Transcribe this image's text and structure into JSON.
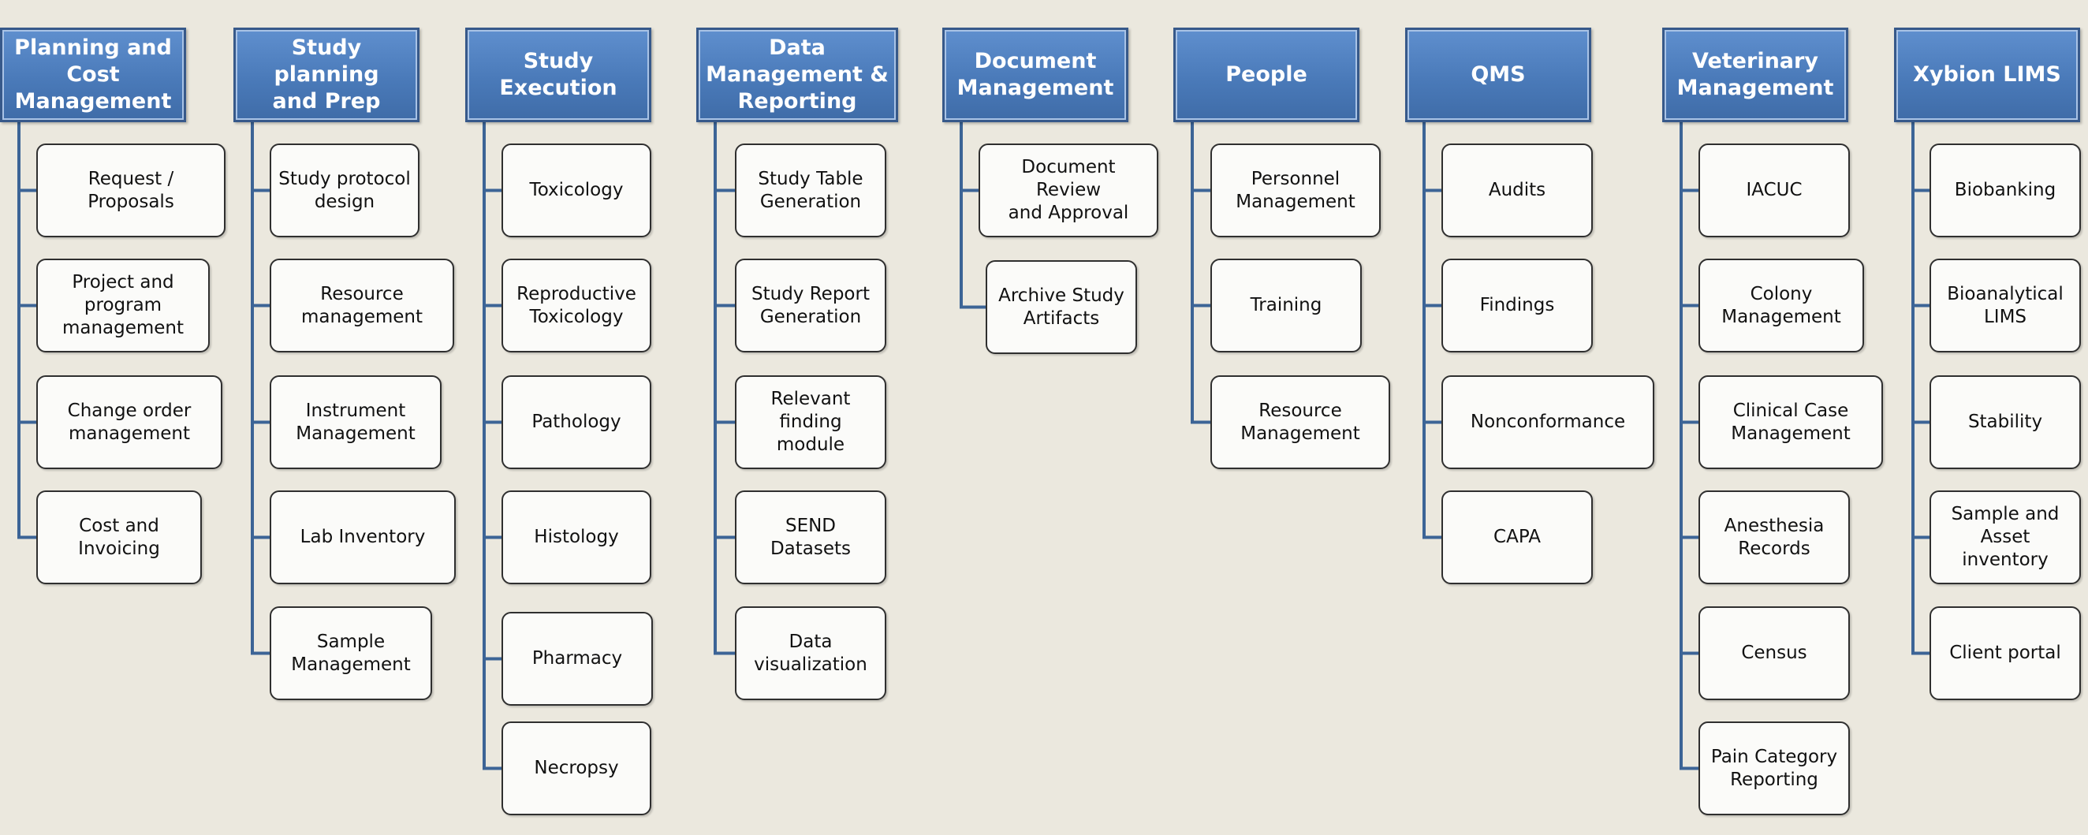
{
  "columns": [
    {
      "title": "Planning and\nCost\nManagement",
      "items": [
        "Request / Proposals",
        "Project and\nprogram\nmanagement",
        "Change order\nmanagement",
        "Cost and Invoicing"
      ]
    },
    {
      "title": "Study planning\nand Prep",
      "items": [
        "Study protocol\ndesign",
        "Resource\nmanagement",
        "Instrument\nManagement",
        "Lab Inventory",
        "Sample\nManagement"
      ]
    },
    {
      "title": "Study Execution",
      "items": [
        "Toxicology",
        "Reproductive\nToxicology",
        "Pathology",
        "Histology",
        "Pharmacy",
        "Necropsy"
      ]
    },
    {
      "title": "Data\nManagement &\nReporting",
      "items": [
        "Study Table\nGeneration",
        "Study Report\nGeneration",
        "Relevant finding\nmodule",
        "SEND Datasets",
        "Data\nvisualization"
      ]
    },
    {
      "title": "Document\nManagement",
      "items": [
        "Document Review\nand Approval",
        "Archive Study\nArtifacts"
      ]
    },
    {
      "title": "People",
      "items": [
        "Personnel\nManagement",
        "Training",
        "Resource\nManagement"
      ]
    },
    {
      "title": "QMS",
      "items": [
        "Audits",
        "Findings",
        "Nonconformance",
        "CAPA"
      ]
    },
    {
      "title": "Veterinary\nManagement",
      "items": [
        "IACUC",
        "Colony\nManagement",
        "Clinical Case\nManagement",
        "Anesthesia\nRecords",
        "Census",
        "Pain Category\nReporting"
      ]
    },
    {
      "title": "Xybion LIMS",
      "items": [
        "Biobanking",
        "Bioanalytical\nLIMS",
        "Stability",
        "Sample and\nAsset inventory",
        "Client portal"
      ]
    }
  ],
  "colors": {
    "background": "#ebe8de",
    "header_fill": "#4f81bd",
    "header_border": "#37598a",
    "connector": "#3c6496",
    "item_fill": "#fbfbf9",
    "item_border": "#2f2f2f"
  }
}
